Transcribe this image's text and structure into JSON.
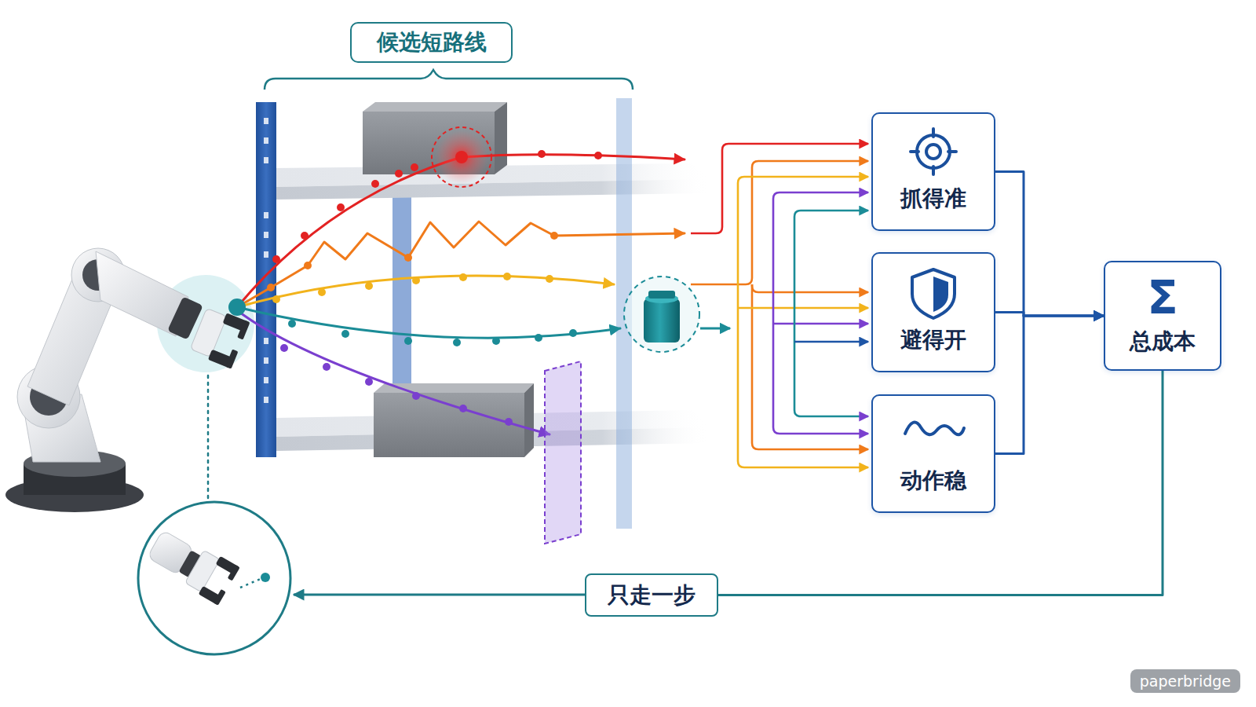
{
  "diagram": {
    "nodes": [
      {
        "text": [
          "候选短路线"
        ]
      },
      {
        "text": [
          "抓得准"
        ]
      },
      {
        "text": [
          "避得开"
        ]
      },
      {
        "text": [
          "动作稳"
        ]
      },
      {
        "text": [
          "Σ",
          "总成本"
        ]
      },
      {
        "text": [
          "只走一步"
        ]
      }
    ],
    "edges": [
      {
        "from": 1,
        "to": 4,
        "arrow": "to"
      },
      {
        "from": 2,
        "to": 4,
        "arrow": "to"
      },
      {
        "from": 3,
        "to": 4,
        "arrow": "to"
      },
      {
        "from": 4,
        "to": 5,
        "arrow": "none"
      }
    ],
    "labels": [
      "paperbridge"
    ]
  }
}
